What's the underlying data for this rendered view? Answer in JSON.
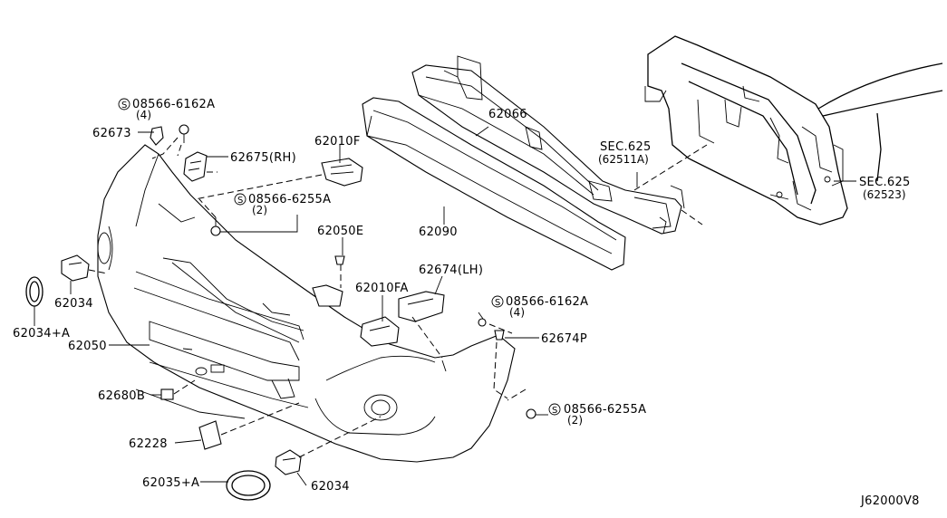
{
  "diagram_code": "J62000V8",
  "symbol": "S",
  "labels": {
    "p08566_6162A_top": "08566-6162A",
    "p08566_6162A_top_qty": "(4)",
    "p62673": "62673",
    "p62675": "62675(RH)",
    "p62010F": "62010F",
    "p08566_6255A_top": "08566-6255A",
    "p08566_6255A_top_qty": "(2)",
    "p62066": "62066",
    "sec625_a": "SEC.625",
    "sec625_a_sub": "(62511A)",
    "sec625_b": "SEC.625",
    "sec625_b_sub": "(62523)",
    "p62090": "62090",
    "p62050E": "62050E",
    "p62034_left": "62034",
    "p62034A": "62034+A",
    "p62674": "62674(LH)",
    "p62010FA": "62010FA",
    "p08566_6162A_mid": "08566-6162A",
    "p08566_6162A_mid_qty": "(4)",
    "p62050": "62050",
    "p62674P": "62674P",
    "p62680B": "62680B",
    "p08566_6255A_bot": "08566-6255A",
    "p08566_6255A_bot_qty": "(2)",
    "p62228": "62228",
    "p62035A": "62035+A",
    "p62034_bottom": "62034"
  }
}
